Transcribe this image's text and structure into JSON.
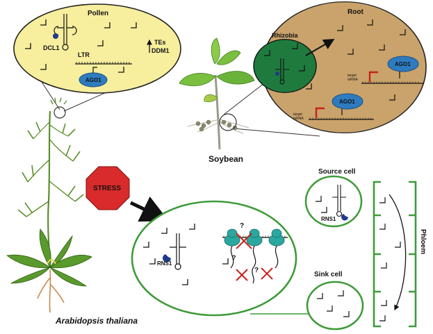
{
  "labels": {
    "pollen": "Pollen",
    "root": "Root",
    "rhizobia": "Rhizobia",
    "dcl1": "DCL1",
    "ltr": "LTR",
    "tes": "TEs",
    "ddm1": "DDM1",
    "ago1_pollen": "AGO1",
    "ago1_root_a": "AGO1",
    "ago1_root_b": "AGO1",
    "target_a": "target",
    "mrna_a": "mRNA",
    "target_b": "target",
    "mrna_b": "mRNA",
    "soybean": "Soybean",
    "stress": "STRESS",
    "rns1_cell": "RNS1",
    "rns1_source": "RNS1",
    "source_cell": "Source cell",
    "sink_cell": "Sink cell",
    "phloem": "Phloem",
    "q1": "?",
    "q2": "?",
    "q3": "?",
    "arabidopsis": "Arabidopsis thaliana"
  },
  "colors": {
    "pollen_fill": "#f7ee9e",
    "root_fill": "#c9a36b",
    "rhizobia_fill": "#1f7a3e",
    "ago_fill": "#2e7bbf",
    "stress_fill": "#d92b2b",
    "green_outline": "#3f9b3a",
    "ribosome": "#2aa8a0",
    "target_red": "#c8201c",
    "rns1_blue": "#1f3a8a"
  }
}
